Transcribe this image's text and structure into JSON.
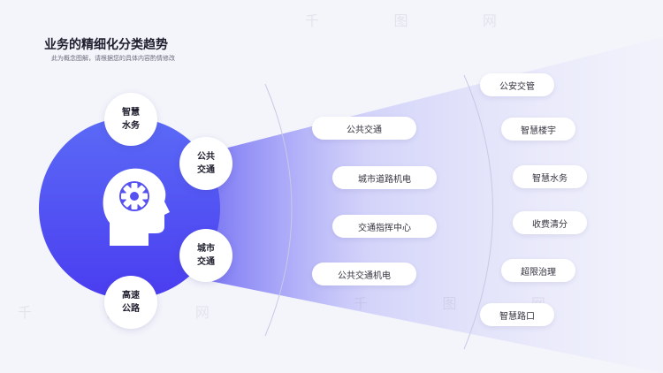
{
  "header": {
    "title": "业务的精细化分类趋势",
    "subtitle": "此为概念图解，请根据您的具体内容酌情修改"
  },
  "hub": {
    "icon": "head-gear-icon",
    "categories": [
      {
        "label": "智慧水务"
      },
      {
        "label": "公共交通"
      },
      {
        "label": "城市交通"
      },
      {
        "label": "高速公路"
      }
    ]
  },
  "middle_items": [
    {
      "label": "公共交通"
    },
    {
      "label": "城市道路机电"
    },
    {
      "label": "交通指挥中心"
    },
    {
      "label": "公共交通机电"
    }
  ],
  "right_items": [
    {
      "label": "公安交管"
    },
    {
      "label": "智慧楼宇"
    },
    {
      "label": "智慧水务"
    },
    {
      "label": "收费清分"
    },
    {
      "label": "超限治理"
    },
    {
      "label": "智慧路口"
    }
  ],
  "watermark": {
    "text": "千 图 网"
  },
  "colors": {
    "accent": "#4a45f2",
    "beam": "#7f7cf5",
    "background": "#f4f5fb"
  }
}
